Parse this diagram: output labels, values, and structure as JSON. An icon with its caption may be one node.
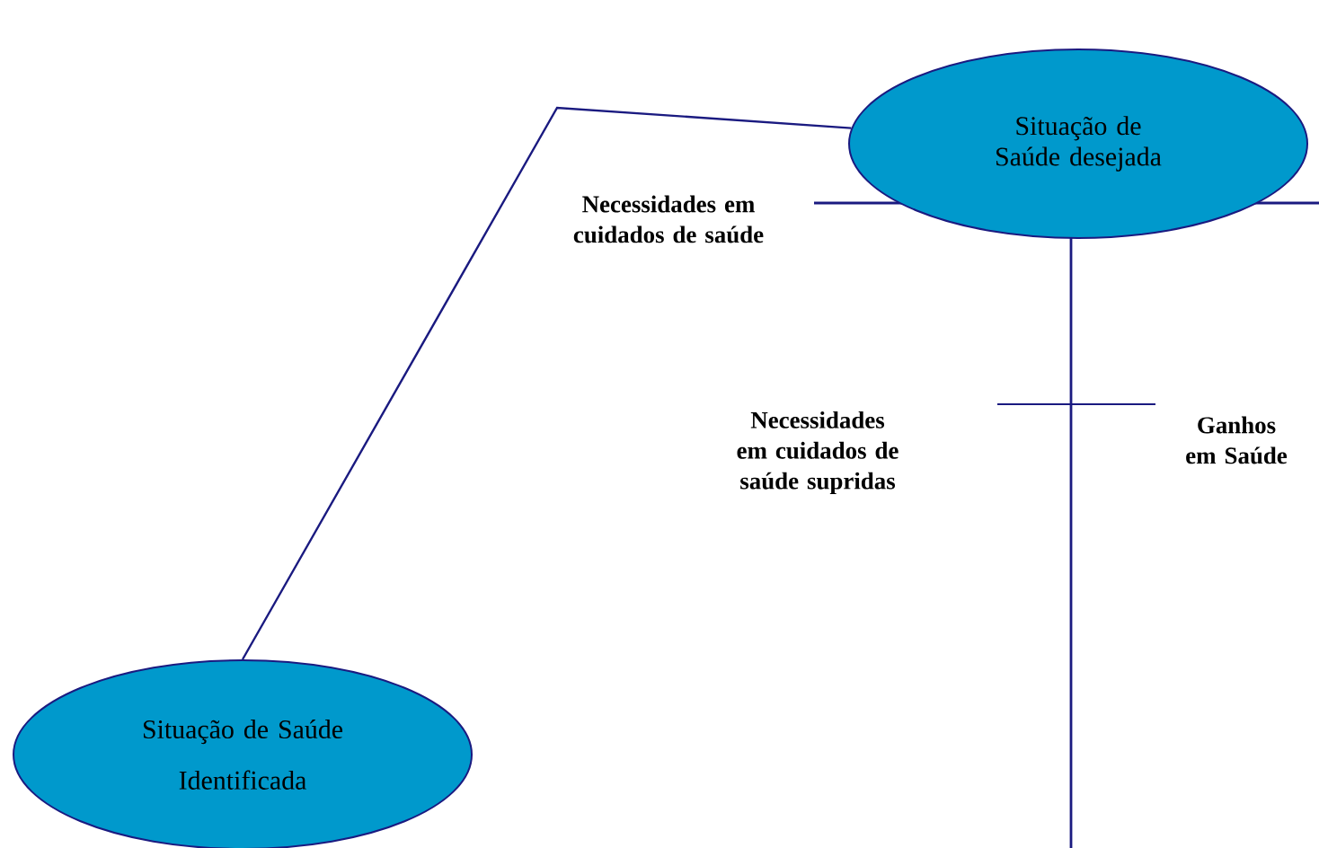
{
  "diagram": {
    "nodes": [
      {
        "text": [
          "Situação de Saúde desejada"
        ]
      },
      {
        "text": [
          "Situação de Saúde Identificada"
        ]
      }
    ],
    "edges": [
      {
        "from": 1,
        "to": 0,
        "arrow": "none"
      }
    ],
    "labels": [
      "Necessidades em cuidados de saúde",
      "Necessidades em cuidados de saúde supridas",
      "Ganhos em Saúde"
    ]
  }
}
